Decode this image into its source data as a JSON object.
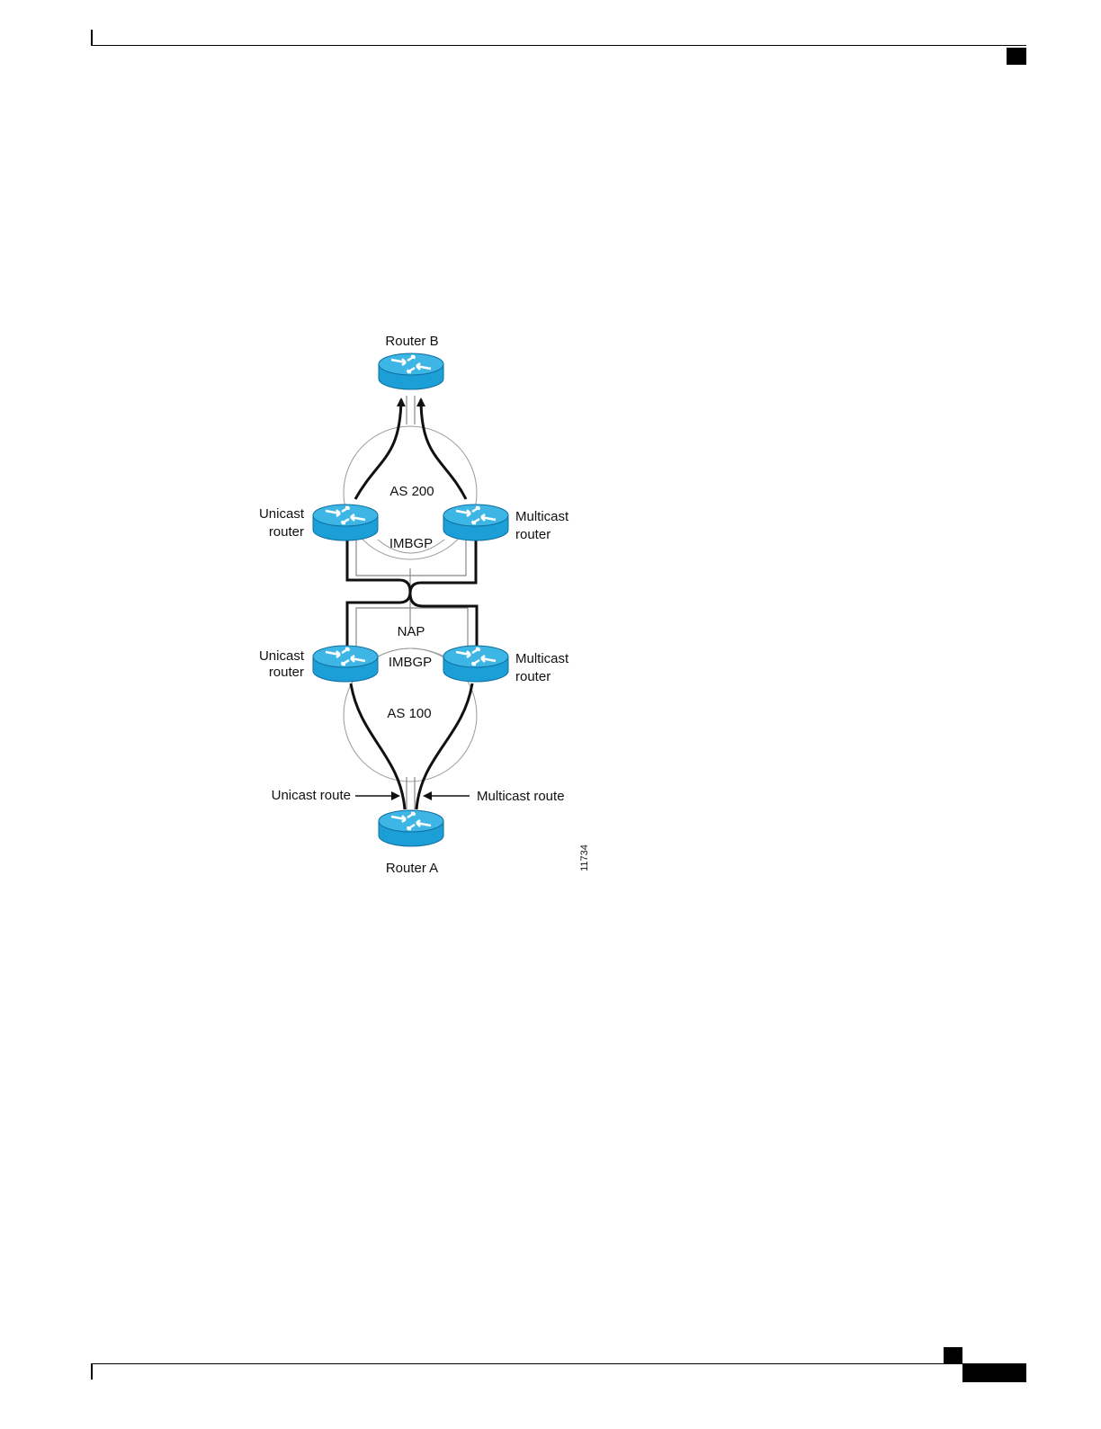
{
  "diagram": {
    "router_b": "Router B",
    "router_a": "Router A",
    "as200": "AS 200",
    "as100": "AS 100",
    "imbgp_top": "IMBGP",
    "imbgp_bottom": "IMBGP",
    "nap": "NAP",
    "unicast_router_top": [
      "Unicast",
      "router"
    ],
    "multicast_router_top": [
      "Multicast",
      "router"
    ],
    "unicast_router_bottom": [
      "Unicast",
      "router"
    ],
    "multicast_router_bottom": [
      "Multicast",
      "router"
    ],
    "unicast_route": "Unicast route",
    "multicast_route": "Multicast route",
    "figure_id": "11734"
  },
  "colors": {
    "router_fill": "#1b9fd6",
    "router_top": "#3db6e6",
    "router_edge": "#0e6fa0",
    "path": "#111111",
    "outline": "#999999"
  }
}
